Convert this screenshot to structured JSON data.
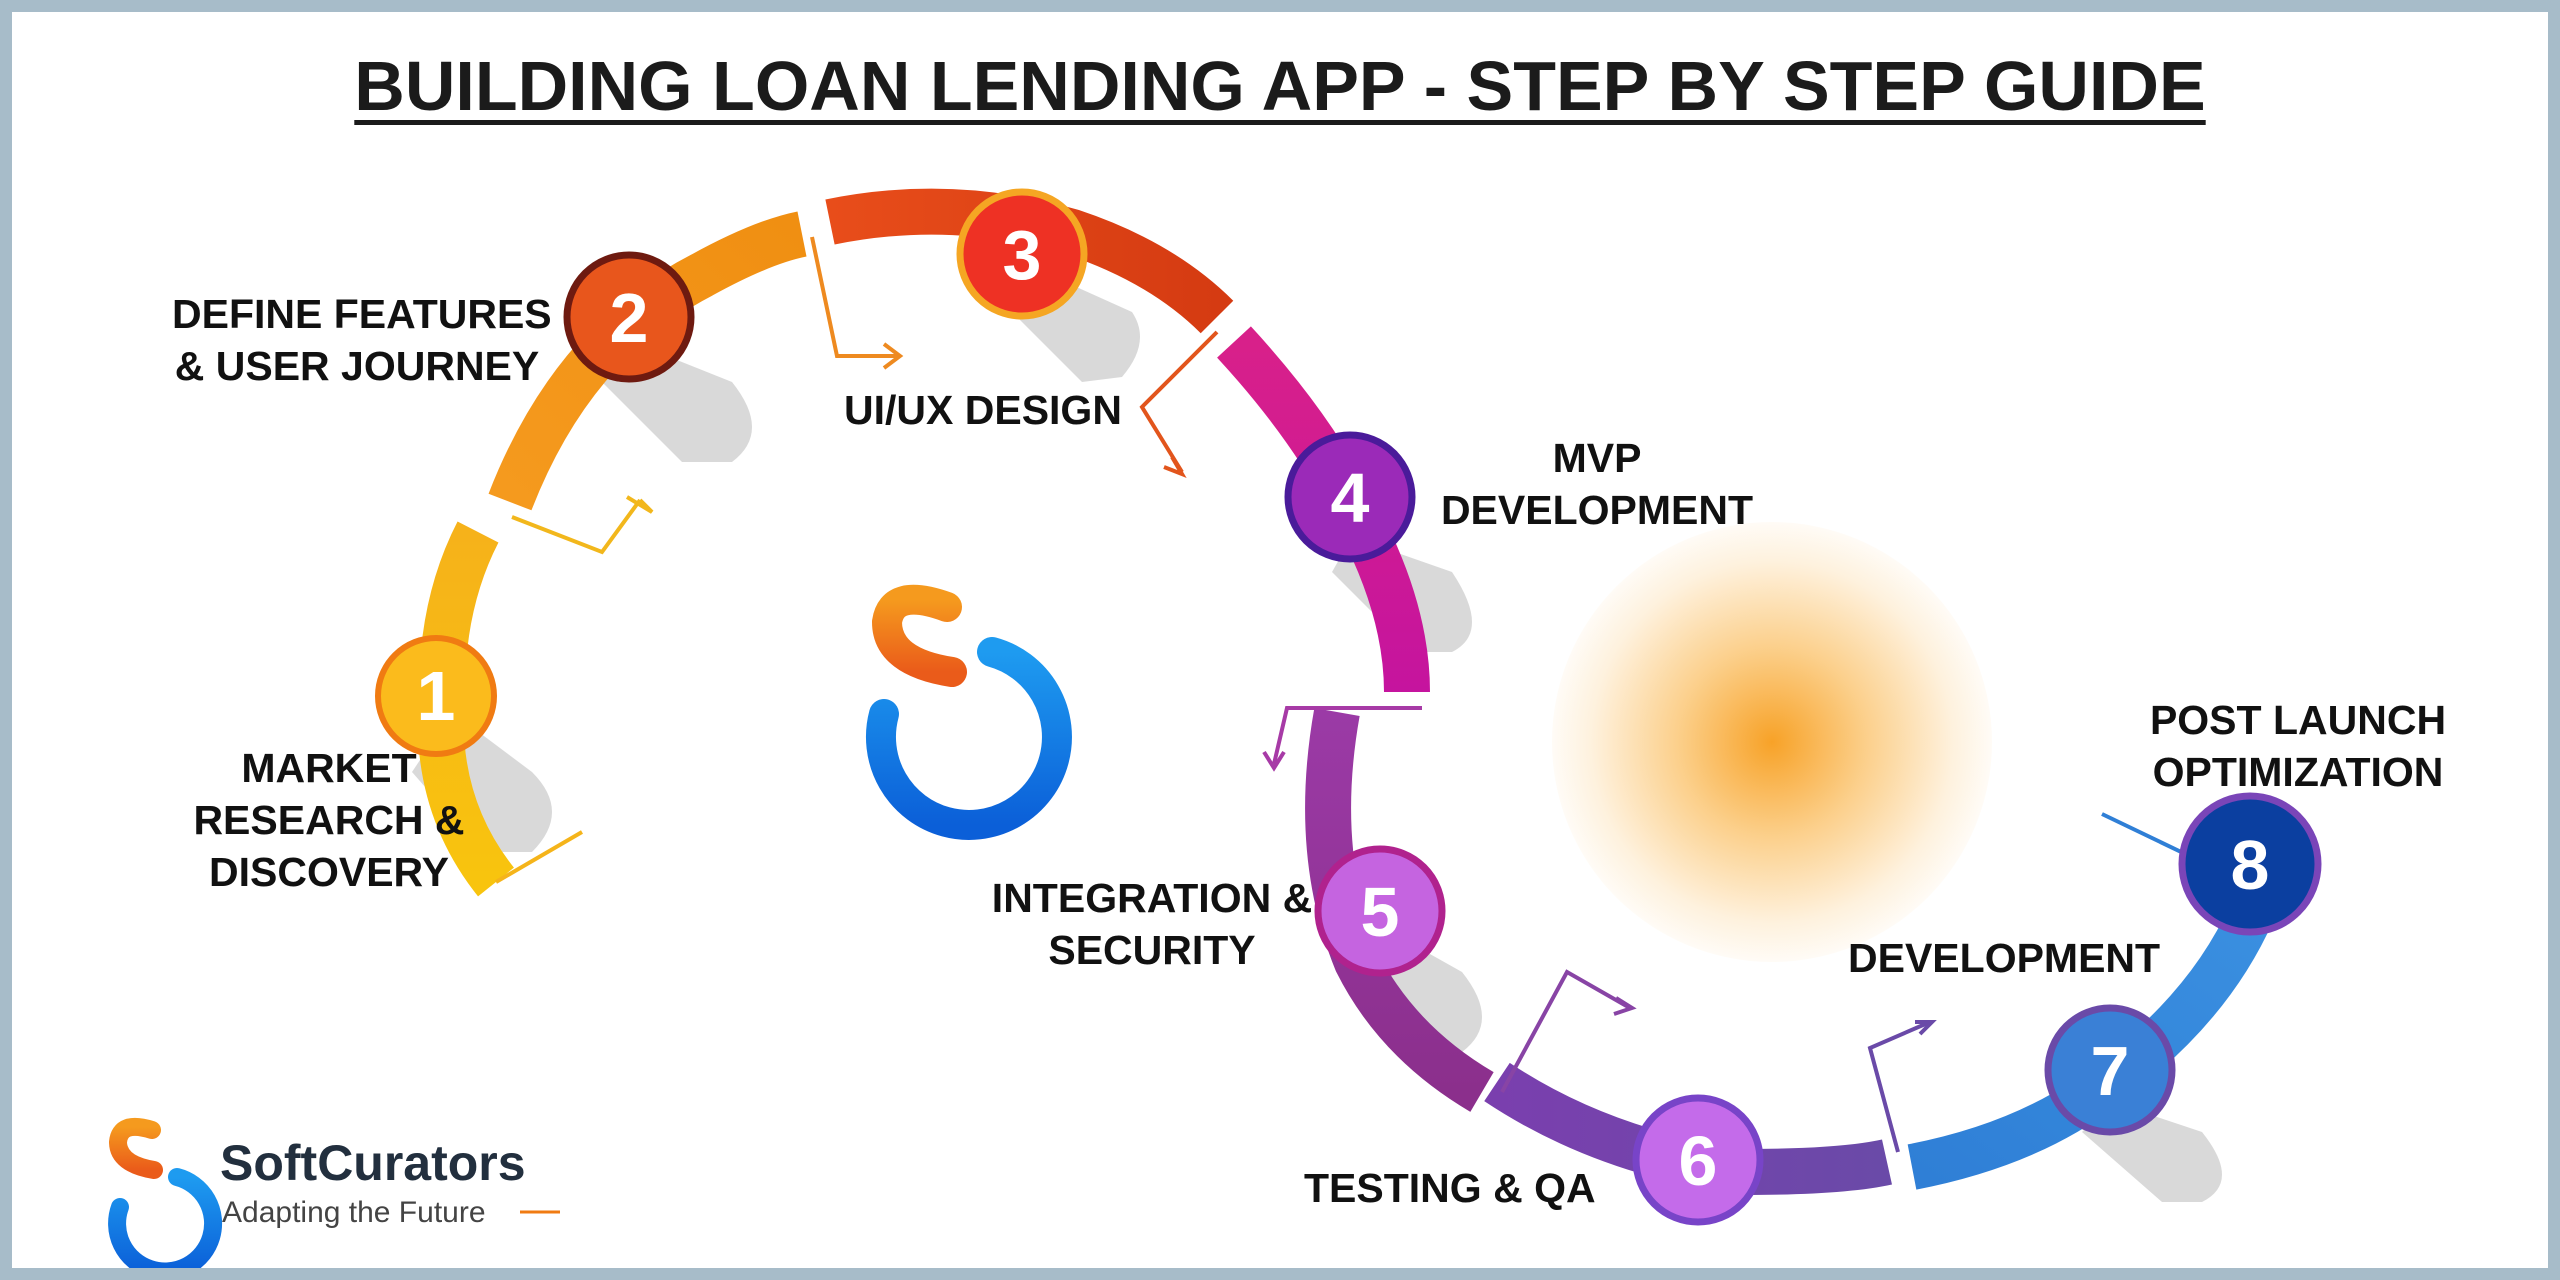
{
  "title": "BUILDING LOAN LENDING APP - STEP BY STEP GUIDE",
  "steps": [
    {
      "number": "1",
      "lines": [
        "MARKET",
        "RESEARCH &",
        "DISCOVERY"
      ],
      "color": "#f6a81d"
    },
    {
      "number": "2",
      "lines": [
        "DEFINE FEATURES",
        "& USER JOURNEY"
      ],
      "color": "#e8561c"
    },
    {
      "number": "3",
      "lines": [
        "UI/UX DESIGN"
      ],
      "color": "#ee3124"
    },
    {
      "number": "4",
      "lines": [
        "MVP",
        "DEVELOPMENT"
      ],
      "color": "#9b2ab8"
    },
    {
      "number": "5",
      "lines": [
        "INTEGRATION &",
        "SECURITY"
      ],
      "color": "#c564e0"
    },
    {
      "number": "6",
      "lines": [
        "TESTING & QA"
      ],
      "color": "#c46bea"
    },
    {
      "number": "7",
      "lines": [
        "DEVELOPMENT"
      ],
      "color": "#3a80d6"
    },
    {
      "number": "8",
      "lines": [
        "POST LAUNCH",
        "OPTIMIZATION"
      ],
      "color": "#0b3fa0"
    }
  ],
  "brand": {
    "name": "SoftCurators",
    "tagline": "Adapting the Future"
  },
  "icons": [
    "softcurators-logo-icon",
    "softcurators-center-logo-icon"
  ]
}
